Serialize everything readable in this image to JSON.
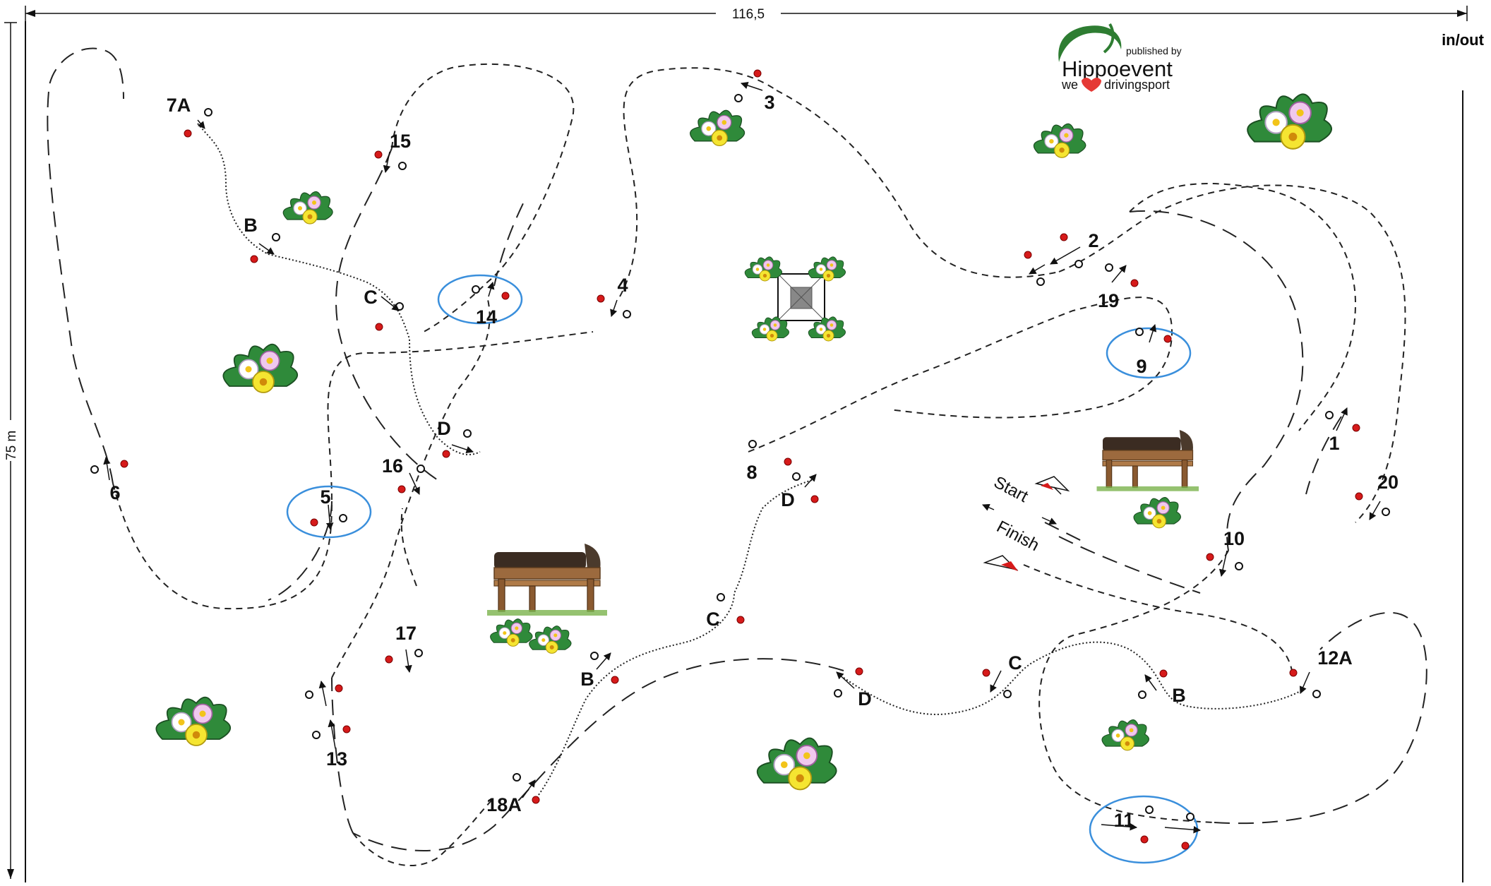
{
  "course": {
    "width_label": "116,5",
    "height_label": "75 m",
    "in_out_label": "in/out",
    "start_label": "Start",
    "finish_label": "Finish"
  },
  "publisher": {
    "top_line": "published by",
    "brand": "Hippoevent",
    "tag_left": "we",
    "tag_right": "drivingsport",
    "brand_color": "#2e7d32",
    "heart_color": "#e53935"
  },
  "obstacles": {
    "o1": "1",
    "o2": "2",
    "o3": "3",
    "o4": "4",
    "o5": "5",
    "o6": "6",
    "o7a": "7A",
    "o7b": "B",
    "o7c": "C",
    "o7d": "D",
    "o8": "8",
    "o8c": "C",
    "o8d": "D",
    "o8b": "B",
    "o9": "9",
    "o10": "10",
    "o11": "11",
    "o12a": "12A",
    "o12b": "B",
    "o12c": "C",
    "o12d": "D",
    "o13": "13",
    "o14": "14",
    "o15": "15",
    "o16": "16",
    "o17": "17",
    "o18a": "18A",
    "o19": "19",
    "o20": "20"
  },
  "colors": {
    "flag_red": "#d61a1a",
    "oval_blue": "#3a8fdc",
    "route": "#222222"
  },
  "icons": [
    "flower-bush-icon",
    "wooden-horse-icon",
    "grid-square-icon",
    "start-flag-icon",
    "finish-flag-icon"
  ]
}
